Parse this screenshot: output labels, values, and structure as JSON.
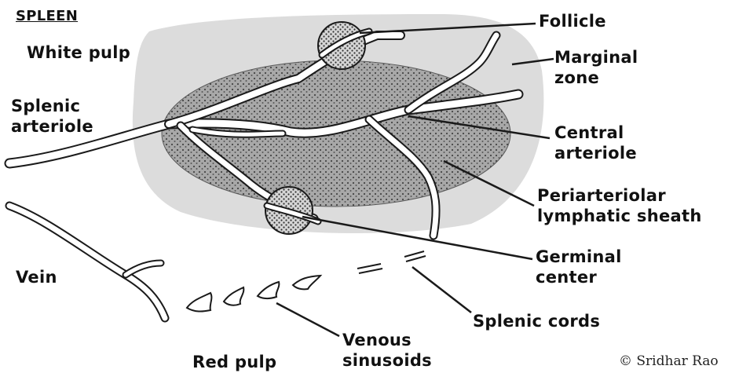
{
  "title": "SPLEEN",
  "labels": {
    "white_pulp": "White pulp",
    "splenic_arteriole": [
      "Splenic",
      "arteriole"
    ],
    "vein": "Vein",
    "red_pulp": "Red pulp",
    "follicle": "Follicle",
    "marginal_zone": [
      "Marginal",
      "zone"
    ],
    "central_arteriole": [
      "Central",
      "arteriole"
    ],
    "pals": [
      "Periarteriolar",
      "lymphatic sheath"
    ],
    "germinal_center": [
      "Germinal",
      "center"
    ],
    "splenic_cords": "Splenic cords",
    "venous_sinusoids": [
      "Venous",
      "sinusoids"
    ]
  },
  "credit": "© Sridhar Rao",
  "colors": {
    "background": "#ffffff",
    "marginal_zone_fill": "#dcdcdc",
    "pals_fill": "#8c8c8c",
    "stroke": "#1a1a1a"
  }
}
